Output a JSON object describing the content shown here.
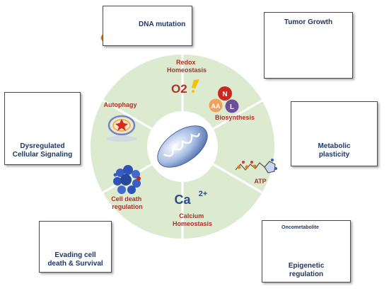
{
  "colors": {
    "ring": "#dcead0",
    "ring_divider": "#ffffff",
    "segment_text": "#b0302a",
    "box_title": "#1f3864",
    "box_border": "#4a4a4a"
  },
  "center": {
    "icon": "mitochondrion-icon"
  },
  "segments": [
    {
      "label_lines": [
        "Redox",
        "Homeostasis"
      ],
      "symbol": "O2",
      "icon": "oxygen-radical-icon"
    },
    {
      "label_lines": [
        "Biosynthesis"
      ],
      "icon": "nal-molecules-icon",
      "molecules": [
        "N",
        "AA",
        "L"
      ]
    },
    {
      "label_lines": [
        "ATP"
      ],
      "icon": "atp-molecule-icon"
    },
    {
      "label_lines": [
        "Calcium",
        "Homeostasis"
      ],
      "symbol": "Ca",
      "superscript": "2+",
      "icon": "calcium-ion-icon"
    },
    {
      "label_lines": [
        "Cell death",
        "regulation"
      ],
      "icon": "cell-cluster-icon"
    },
    {
      "label_lines": [
        "Autophagy"
      ],
      "icon": "autophagosome-icon"
    }
  ],
  "boxes": {
    "dna": {
      "title_lines": [
        "DNA mutation"
      ],
      "icon": "dna-icon"
    },
    "tumor": {
      "title_lines": [
        "Tumor Growth"
      ],
      "icon": "cell-spheres-icon"
    },
    "metabolic": {
      "title_lines": [
        "Metabolic",
        "plasticity"
      ],
      "icon": "metabolic-network-icon"
    },
    "signaling": {
      "title_lines": [
        "Dysregulated",
        "Cellular Signaling"
      ],
      "icon": "cell-signaling-icon"
    },
    "evading": {
      "title_lines": [
        "Evading cell",
        "death & Survival"
      ],
      "icon": "cross-icon"
    },
    "epigenetic": {
      "title_lines": [
        "Epigenetic",
        "regulation"
      ],
      "label": "Oncometabolite",
      "icon": "chromatin-icon"
    }
  }
}
